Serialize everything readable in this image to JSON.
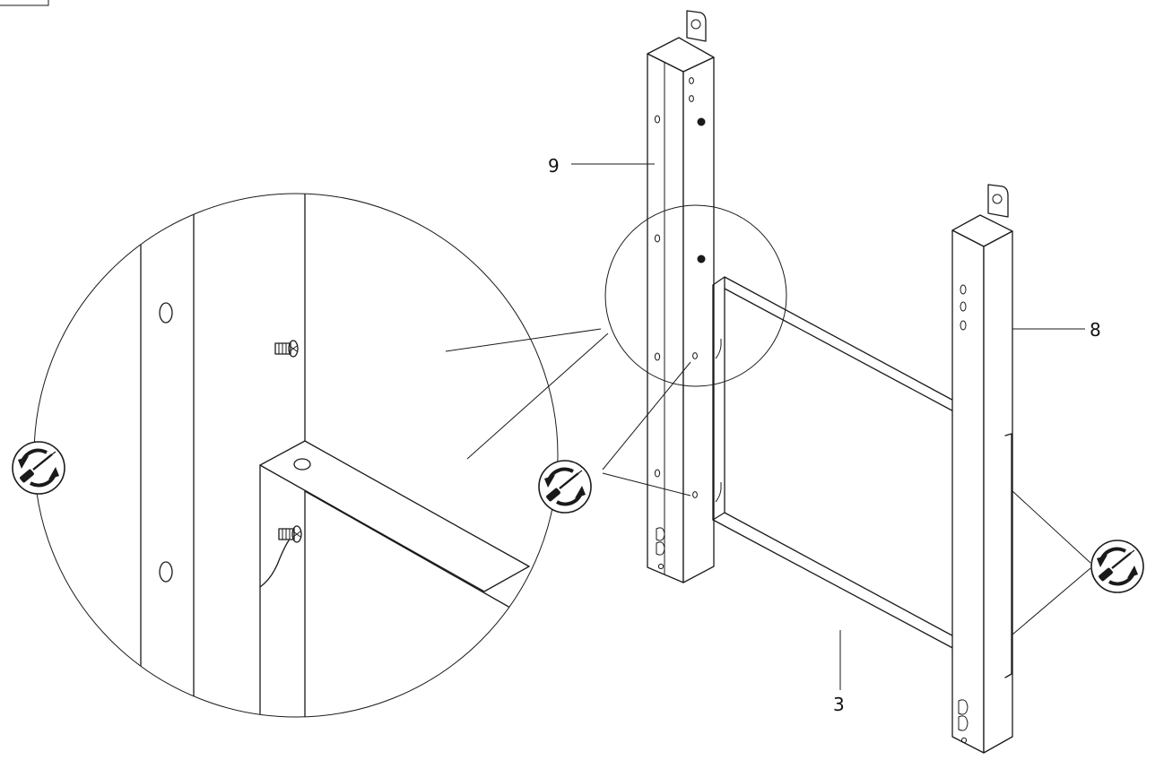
{
  "labels": {
    "part_9": "9",
    "part_8": "8",
    "part_3": "3"
  },
  "icons": {
    "tool_icon": "screwdriver-rotate-icon"
  },
  "colors": {
    "ink": "#1a1a1a",
    "background": "#ffffff"
  }
}
